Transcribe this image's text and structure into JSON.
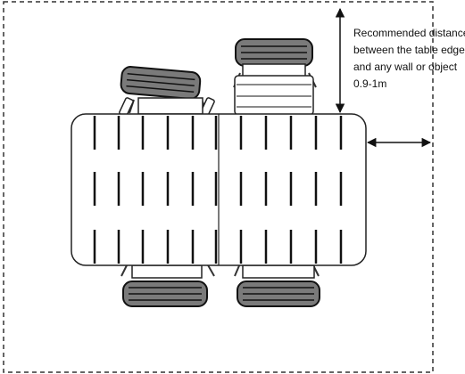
{
  "annotation": {
    "lines": [
      "Recommended distance",
      "between the table edge",
      "and any wall or object",
      "0.9-1m"
    ]
  },
  "diagram": {
    "dashed_border_color": "#333333",
    "table_outline_color": "#222222",
    "chair_seat_color": "#7a7a7a",
    "slat_color": "#111111",
    "chairs": [
      {
        "label": "chair-top-left",
        "side": "top"
      },
      {
        "label": "chair-top-right",
        "side": "top"
      },
      {
        "label": "chair-bottom-left",
        "side": "bottom"
      },
      {
        "label": "chair-bottom-right",
        "side": "bottom"
      }
    ],
    "table_sections": 2,
    "slat_rows": 3
  }
}
